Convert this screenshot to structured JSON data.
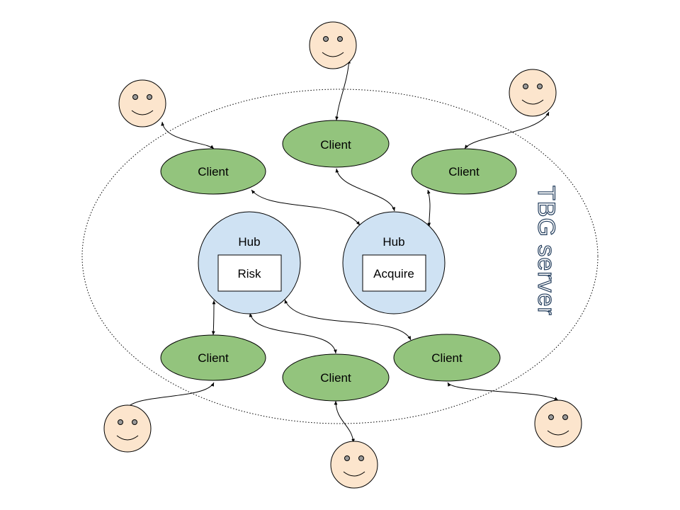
{
  "server": {
    "label": "TBG server"
  },
  "hubs": [
    {
      "title": "Hub",
      "game": "Risk"
    },
    {
      "title": "Hub",
      "game": "Acquire"
    }
  ],
  "clients": [
    {
      "label": "Client"
    },
    {
      "label": "Client"
    },
    {
      "label": "Client"
    },
    {
      "label": "Client"
    },
    {
      "label": "Client"
    },
    {
      "label": "Client"
    }
  ],
  "colors": {
    "client_fill": "#93c47d",
    "hub_fill": "#cfe2f3",
    "face_fill": "#fce5cd"
  },
  "icons": {
    "user": "smiley-face-icon"
  }
}
